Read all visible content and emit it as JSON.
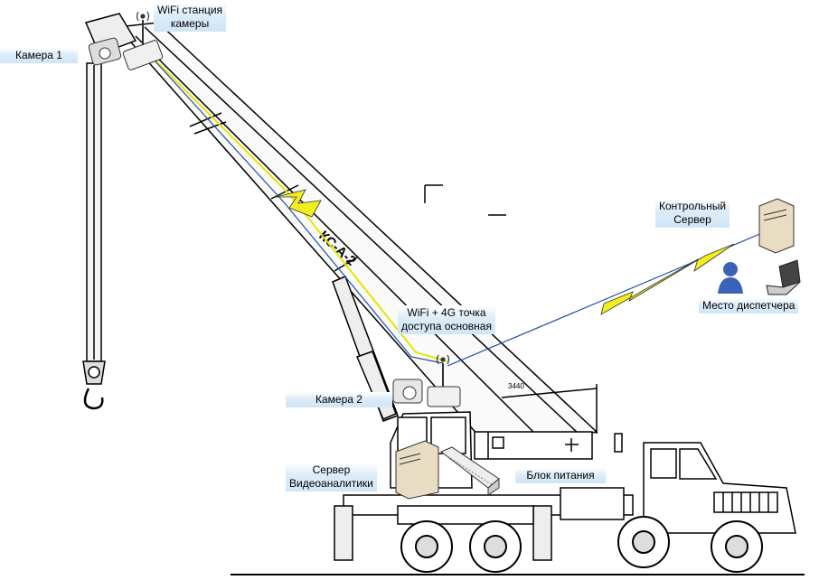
{
  "labels": {
    "wifi_station_l1": "WiFi станция",
    "wifi_station_l2": "камеры",
    "camera1": "Камера 1",
    "control_server_l1": "Контрольный",
    "control_server_l2": "Сервер",
    "dispatcher": "Место диспетчера",
    "wifi_4g_l1": "WiFi + 4G точка",
    "wifi_4g_l2": "доступа основная",
    "camera2": "Камера 2",
    "va_server_l1": "Сервер",
    "va_server_l2": "Видеоаналитики",
    "power_unit": "Блок питания"
  },
  "crane_marks": {
    "boom_text": "КС-А-2",
    "dimension": "3440"
  },
  "colors": {
    "label_gradient_top": "#ffffff",
    "label_gradient_bottom": "#cfe5f6",
    "lightning": "#f2ee1d",
    "link_blue": "#1f4ea8",
    "cable_yellow": "#e6e600",
    "person": "#3a63b8"
  },
  "icons": [
    "wifi-antenna-icon",
    "camera-icon",
    "server-icon",
    "laptop-icon",
    "person-icon",
    "lightning-icon",
    "power-unit-icon"
  ]
}
